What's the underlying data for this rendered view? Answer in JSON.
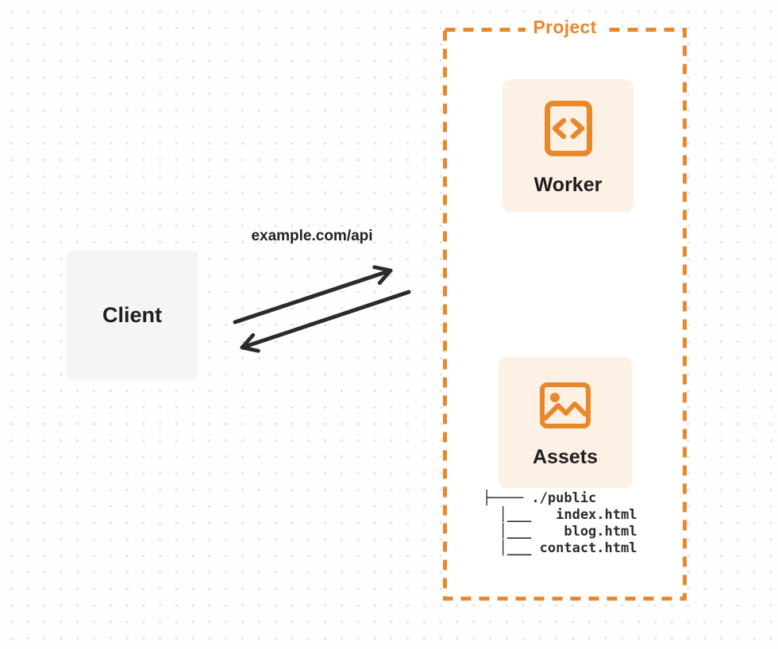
{
  "diagram": {
    "client": {
      "label": "Client"
    },
    "request": {
      "label": "example.com/api"
    },
    "project": {
      "label": "Project",
      "worker": {
        "label": "Worker",
        "icon": "code-file-icon"
      },
      "assets": {
        "label": "Assets",
        "icon": "image-icon",
        "tree_lines": [
          "├──── ./public",
          "  │___   index.html",
          "  │___    blog.html",
          "  │___ contact.html"
        ]
      }
    },
    "colors": {
      "accent_orange": "#e9872b",
      "card_cream": "#fcf1e4",
      "client_gray": "#f5f5f6",
      "arrow_dark": "#2b2b2b"
    }
  }
}
